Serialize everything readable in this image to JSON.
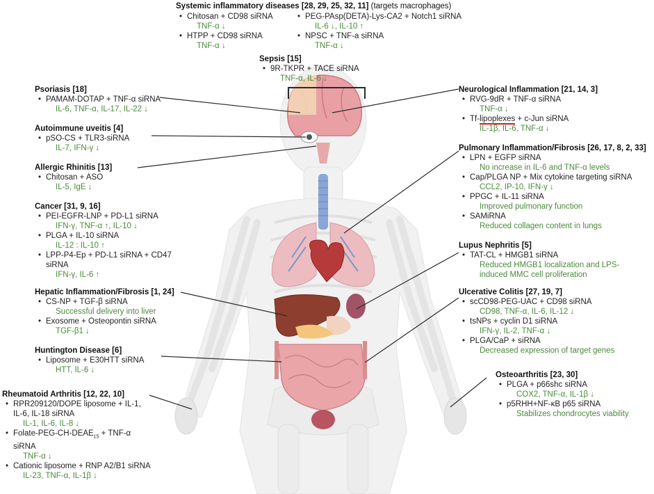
{
  "diseases": {
    "systemic": {
      "title": "Systemic inflammatory diseases [28, 29, 25, 32, 11]",
      "note": "(targets macrophages)",
      "items": [
        {
          "label": "Chitosan + CD98 siRNA",
          "effect": "TNF-α ↓"
        },
        {
          "label": "HTPP + CD98 siRNA",
          "effect": "TNF-α ↓"
        },
        {
          "label": "PEG-PAsp(DETA)-Lys-CA2 + Notch1 siRNA",
          "effect": "IL-6 ↓, IL-10 ↑"
        },
        {
          "label": "NPSC + TNF-a siRNA",
          "effect": "TNF-α ↓"
        }
      ]
    },
    "sepsis": {
      "title": "Sepsis [15]",
      "items": [
        {
          "label": "9R-TKPR + TACE siRNA",
          "effect": "TNF-α, IL-6 ↓"
        }
      ]
    },
    "psoriasis": {
      "title": "Psoriasis [18]",
      "items": [
        {
          "label": "PAMAM-DOTAP + TNF-α siRNA",
          "effect": "IL-6, TNF-α, IL-17, IL-22 ↓"
        }
      ]
    },
    "uveitis": {
      "title": "Autoimmune uveitis [4]",
      "items": [
        {
          "label": "pSO-CS + TLR3-siRNA",
          "effect": "IL-7, IFN-γ ↓"
        }
      ]
    },
    "rhinitis": {
      "title": "Allergic Rhinitis [13]",
      "items": [
        {
          "label": "Chitosan + ASO",
          "effect": "IL-5, IgE ↓"
        }
      ]
    },
    "cancer": {
      "title": "Cancer [31, 9, 16]",
      "items": [
        {
          "label": "PEI-EGFR-LNP + PD-L1 siRNA",
          "effect": "IFN-γ, TNF-α ↑, IL-10 ↓"
        },
        {
          "label": "PLGA + IL-10 siRNA",
          "effect": "IL-12 : IL-10 ↑"
        },
        {
          "label": "LPP-P4-Ep + PD-L1 siRNA + CD47 siRNA",
          "effect": "IFN-γ, IL-6 ↑"
        }
      ]
    },
    "hepatic": {
      "title": "Hepatic Inflammation/Fibrosis [1, 24]",
      "items": [
        {
          "label": "CS-NP + TGF-β siRNA",
          "effect": "Successful delivery into liver"
        },
        {
          "label": "Exosome + Osteopontin siRNA",
          "effect": "TGF-β1 ↓"
        }
      ]
    },
    "huntington": {
      "title": "Huntington Disease [6]",
      "items": [
        {
          "label": "Liposome + E30HTT siRNA",
          "effect": "HTT, IL-6 ↓"
        }
      ]
    },
    "rheumatoid": {
      "title": "Rheumatoid Arthritis [12, 22, 10]",
      "items": [
        {
          "label": "RPR209120/DOPE liposome + IL-1, IL-6, IL-18 siRNA",
          "effect": "IL-1, IL-6, IL-8 ↓"
        },
        {
          "label_main": "Folate-PEG-CH-DEAE",
          "label_sub": "15",
          "label_tail": " + TNF-α siRNA",
          "effect": "TNF-α ↓"
        },
        {
          "label": "Cationic liposome + RNP A2/B1 siRNA",
          "effect": "IL-23, TNF-α, IL-1β ↓"
        }
      ]
    },
    "neuro": {
      "title": "Neurological Inflammation [21, 14, 3]",
      "items": [
        {
          "label": "RVG-9dR + TNF-α siRNA",
          "effect": "TNF-α ↓"
        },
        {
          "label_pre": "Tf-",
          "label_mark": "lipoplexes",
          "label_tail": " + c-Jun siRNA",
          "effect": "IL-1β, IL-6, TNF-α ↓"
        }
      ]
    },
    "pulmonary": {
      "title": "Pulmonary Inflammation/Fibrosis [26, 17, 8, 2, 33]",
      "items": [
        {
          "label": "LPN + EGFP siRNA",
          "effect": "No increase in IL-6 and TNF-α levels"
        },
        {
          "label": "Cap/PLGA NP + Mix cytokine targeting siRNA",
          "effect": "CCL2, IP-10, IFN-γ ↓"
        },
        {
          "label": "PPGC + IL-11 siRNA",
          "effect": "Improved pulmonary function"
        },
        {
          "label": "SAMiRNA",
          "effect": "Reduced collagen content in lungs"
        }
      ]
    },
    "lupus": {
      "title": "Lupus Nephritis [5]",
      "items": [
        {
          "label": "TAT-CL + HMGB1 siRNA",
          "effect": "Reduced HMGB1 localization and LPS-induced MMC cell proliferation"
        }
      ]
    },
    "colitis": {
      "title": "Ulcerative Colitis [27, 19, 7]",
      "items": [
        {
          "label": "scCD98-PEG-UAC + CD98 siRNA",
          "effect": "CD98, TNF-α, IL-6, IL-12 ↓"
        },
        {
          "label": "tsNPs + cyclin D1 siRNA",
          "effect": "IFN-γ, IL-2, TNF-α ↓"
        },
        {
          "label": "PLGA/CaP + siRNA",
          "effect": "Decreased expression of target genes"
        }
      ]
    },
    "osteo": {
      "title": "Osteoarthritis [23, 30]",
      "items": [
        {
          "label": "PLGA + p66shc siRNA",
          "effect": "COX2, TNF-α, IL-1β ↓"
        },
        {
          "label": "p5RHH+NF-κB p65 siRNA",
          "effect": "Stabilizes chondrocytes viability"
        }
      ]
    }
  },
  "colors": {
    "effect_text": "#4a8a3a",
    "leader_line": "#2a2a2a",
    "highlight_underline": "#d42020",
    "skeleton": "#ececec"
  }
}
